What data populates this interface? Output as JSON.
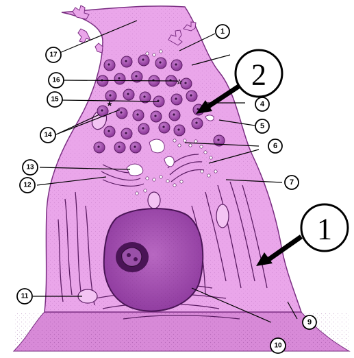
{
  "colors": {
    "cytoplasm": "#eaa6ea",
    "cytoplasm_light": "#f3c3f3",
    "membrane": "#7a2e82",
    "dots": "#3a0f44",
    "granule_fill": "#a04aa8",
    "granule_dark": "#5a1b62",
    "nucleus": "#a24ab0",
    "nucleolus": "#4a1456",
    "base": "#d87ad8"
  },
  "labels": [
    {
      "id": "l1",
      "text": "1"
    },
    {
      "id": "l4",
      "text": "4"
    },
    {
      "id": "l5",
      "text": "5"
    },
    {
      "id": "l6",
      "text": "6"
    },
    {
      "id": "l7",
      "text": "7"
    },
    {
      "id": "l9",
      "text": "9"
    },
    {
      "id": "l10",
      "text": "10"
    },
    {
      "id": "l11",
      "text": "11"
    },
    {
      "id": "l12",
      "text": "12"
    },
    {
      "id": "l13",
      "text": "13"
    },
    {
      "id": "l14",
      "text": "14"
    },
    {
      "id": "l15",
      "text": "15"
    },
    {
      "id": "l16",
      "text": "16"
    },
    {
      "id": "l17",
      "text": "17"
    }
  ],
  "big_labels": [
    {
      "id": "big2",
      "text": "2"
    },
    {
      "id": "big1",
      "text": "1"
    }
  ],
  "markers": {
    "asterisk": "*",
    "star": "☆"
  }
}
